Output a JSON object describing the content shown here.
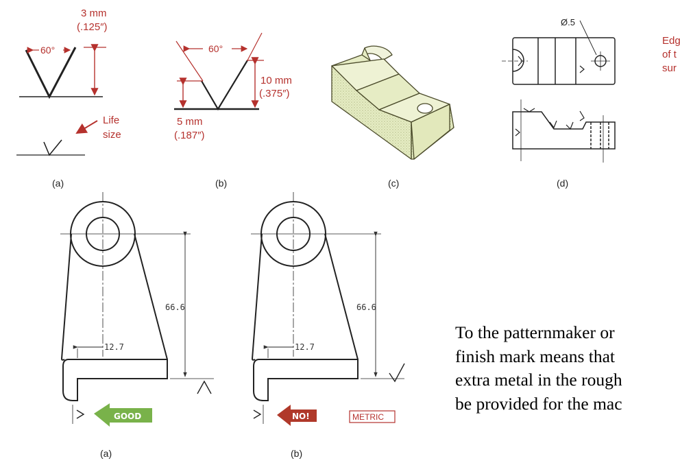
{
  "figure_top": {
    "a": {
      "angle": "60°",
      "dim_mm": "3 mm",
      "dim_in": "(.125″)",
      "note_line1": "Life",
      "note_line2": "size",
      "caption": "(a)"
    },
    "b": {
      "angle": "60°",
      "dim_large_mm": "10 mm",
      "dim_large_in": "(.375″)",
      "dim_small_mm": "5 mm",
      "dim_small_in": "(.187″)",
      "caption": "(b)"
    },
    "c": {
      "caption": "(c)"
    },
    "d": {
      "hole_label": "Ø.5",
      "side_note_line1": "Edg",
      "side_note_line2": "of t",
      "side_note_line3": "sur",
      "caption": "(d)"
    }
  },
  "figure_bottom": {
    "a": {
      "height_dim": "66.6",
      "offset_dim": "12.7",
      "stamp": "GOOD",
      "caption": "(a)"
    },
    "b": {
      "height_dim": "66.6",
      "offset_dim": "12.7",
      "stamp": "NO!",
      "badge": "METRIC",
      "caption": "(b)"
    }
  },
  "body_text": {
    "line1": "To the patternmaker or",
    "line2": "finish mark means that",
    "line3": "extra metal in the rough",
    "line4": "be provided for the mac"
  },
  "colors": {
    "annotation_red": "#b5312d",
    "good_green": "#79b24a",
    "no_red": "#b0392a",
    "part_fill": "#e6ecc4"
  }
}
